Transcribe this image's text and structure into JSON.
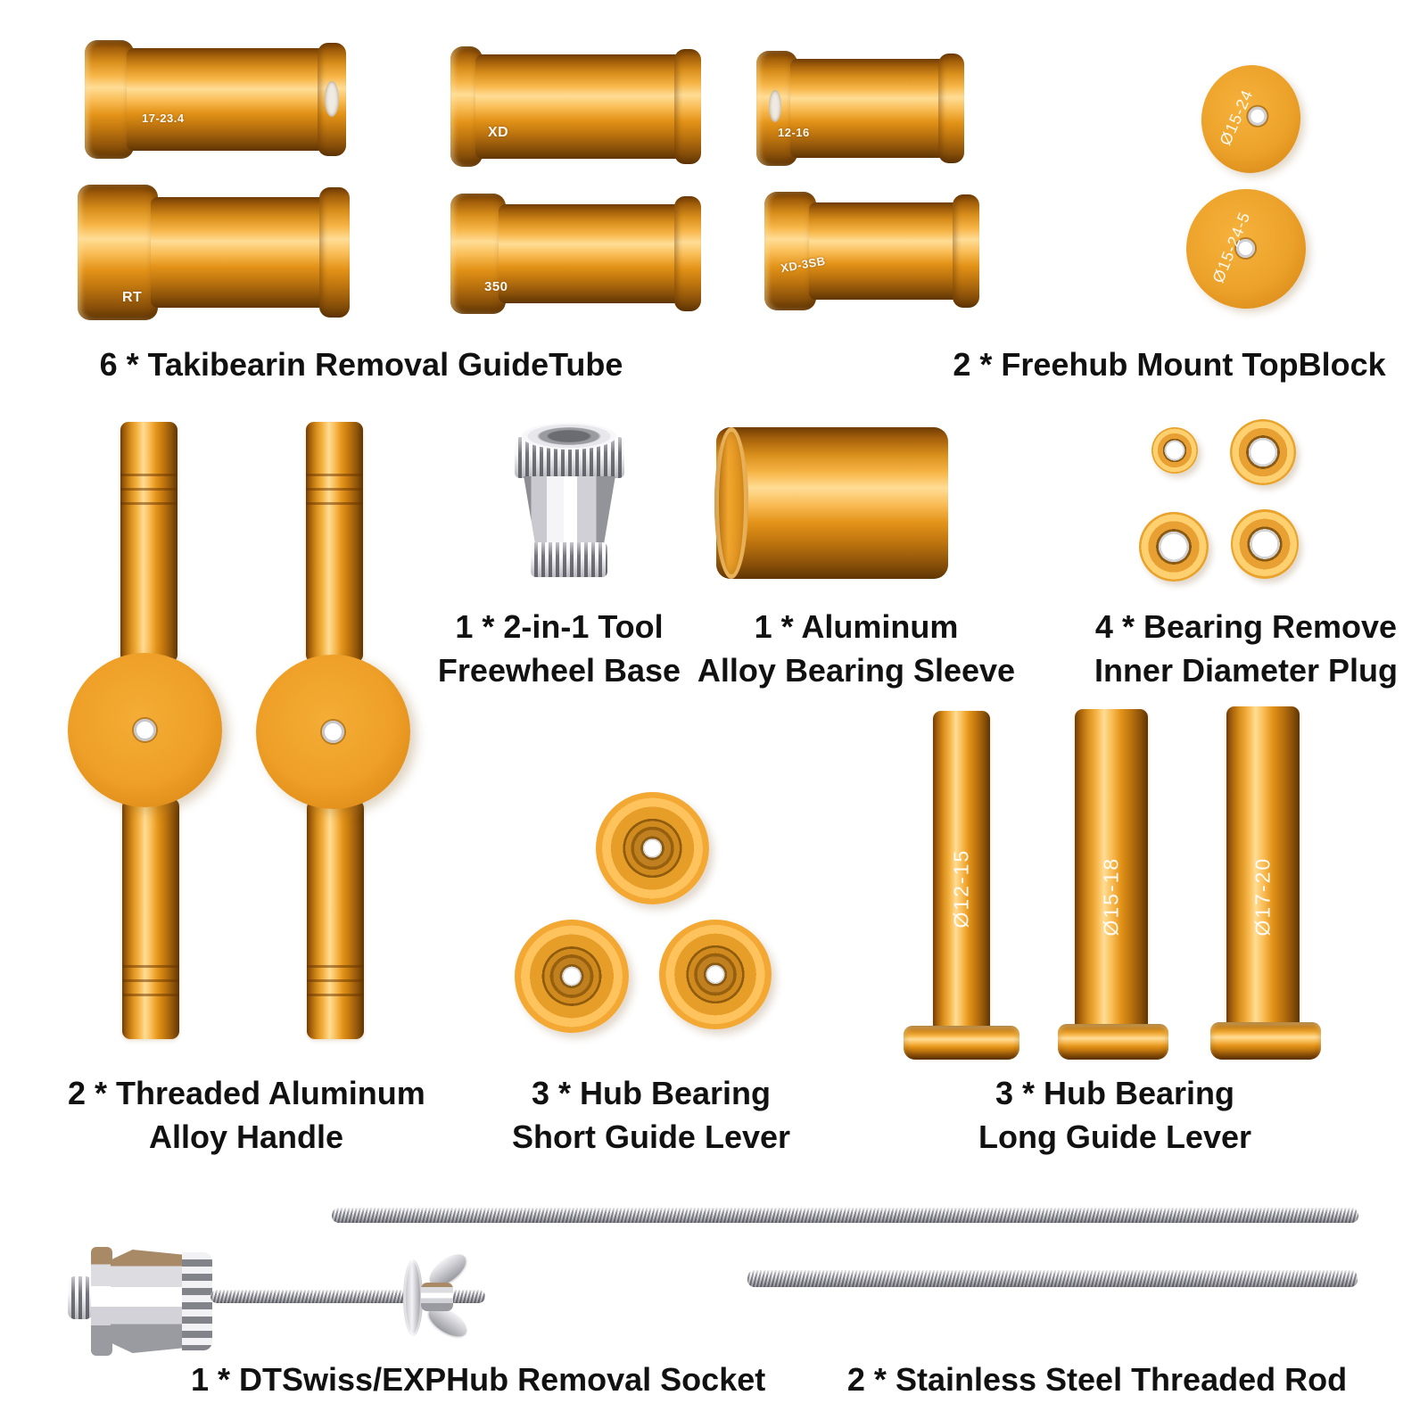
{
  "items": {
    "guide_tubes": {
      "label": "6 * Takibearin Removal GuideTube",
      "engravings": [
        "17-23.4",
        "RT",
        "XD",
        "350",
        "12-16",
        "XD-3SB"
      ]
    },
    "top_blocks": {
      "label": "2 * Freehub Mount TopBlock",
      "engravings": [
        "Ø15-24",
        "Ø15-24-5"
      ]
    },
    "freewheel_base": {
      "label_line1": "1 * 2-in-1 Tool",
      "label_line2": "Freewheel Base"
    },
    "bearing_sleeve": {
      "label_line1": "1 * Aluminum",
      "label_line2": "Alloy Bearing Sleeve"
    },
    "id_plugs": {
      "label_line1": "4 * Bearing Remove",
      "label_line2": "Inner Diameter Plug"
    },
    "handles": {
      "label_line1": "2 * Threaded Aluminum",
      "label_line2": "Alloy Handle"
    },
    "short_levers": {
      "label_line1": "3 * Hub Bearing",
      "label_line2": "Short Guide Lever"
    },
    "long_levers": {
      "label_line1": "3 * Hub Bearing",
      "label_line2": "Long Guide Lever",
      "engravings": [
        "Ø12-15",
        "Ø15-18",
        "Ø17-20"
      ]
    },
    "removal_socket": {
      "label": "1 * DTSwiss/EXPHub Removal Socket"
    },
    "threaded_rods": {
      "label": "2 * Stainless Steel Threaded Rod"
    }
  },
  "colors": {
    "gold_mid": "#e8951f",
    "gold_highlight": "#ffdd96",
    "gold_dark": "#6f3c04",
    "silver": "#d6d6da",
    "text": "#111111",
    "background": "#ffffff"
  }
}
